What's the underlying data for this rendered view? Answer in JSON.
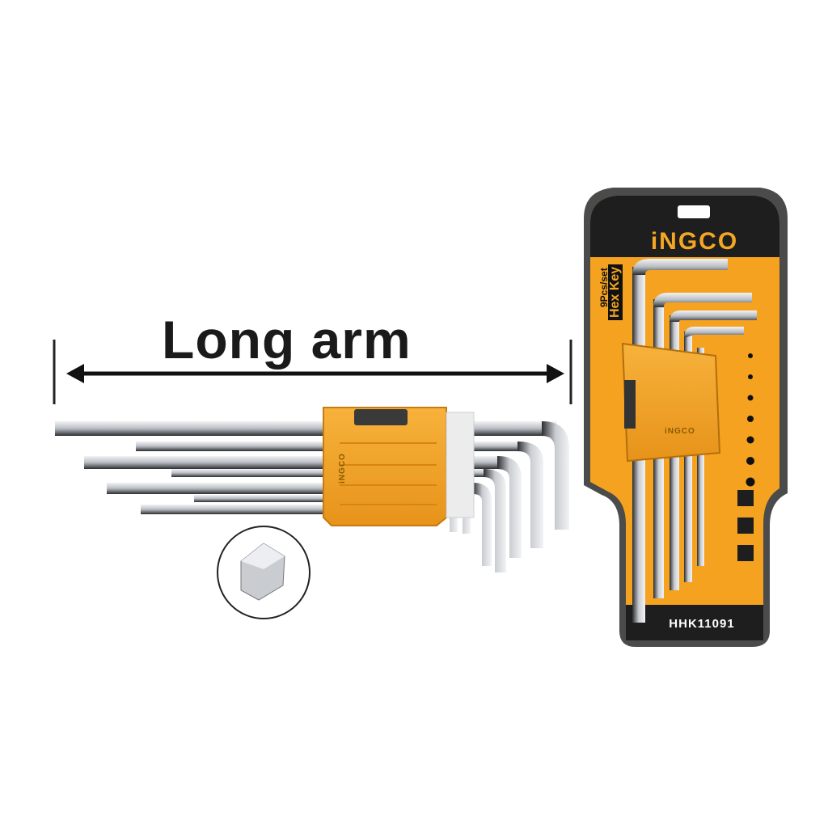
{
  "headline": "Long arm",
  "package": {
    "brand": "iNGCO",
    "pieces_label": "9Pcs/set",
    "product_label": "Hex Key",
    "model": "HHK11091"
  },
  "holder": {
    "brand": "iNGCO"
  },
  "colors": {
    "accent": "#f5a623",
    "dark": "#1a1a1a",
    "steel": "#c9ccd1"
  }
}
